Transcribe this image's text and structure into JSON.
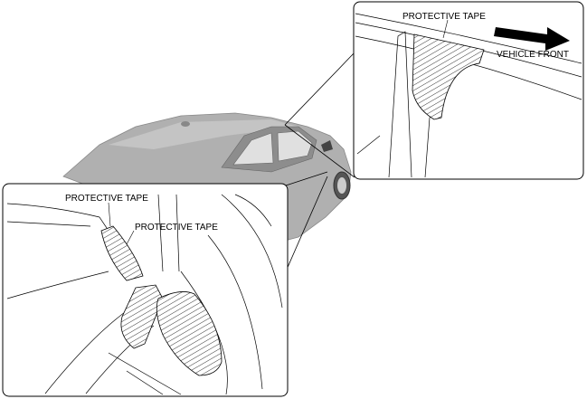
{
  "labels": {
    "tape_top": "PROTECTIVE TAPE",
    "vehicle_front": "VEHICLE FRONT",
    "tape_bottom_1": "PROTECTIVE TAPE",
    "tape_bottom_2": "PROTECTIVE TAPE"
  },
  "colors": {
    "car_body": "#a9a9a9",
    "line": "#000000"
  }
}
